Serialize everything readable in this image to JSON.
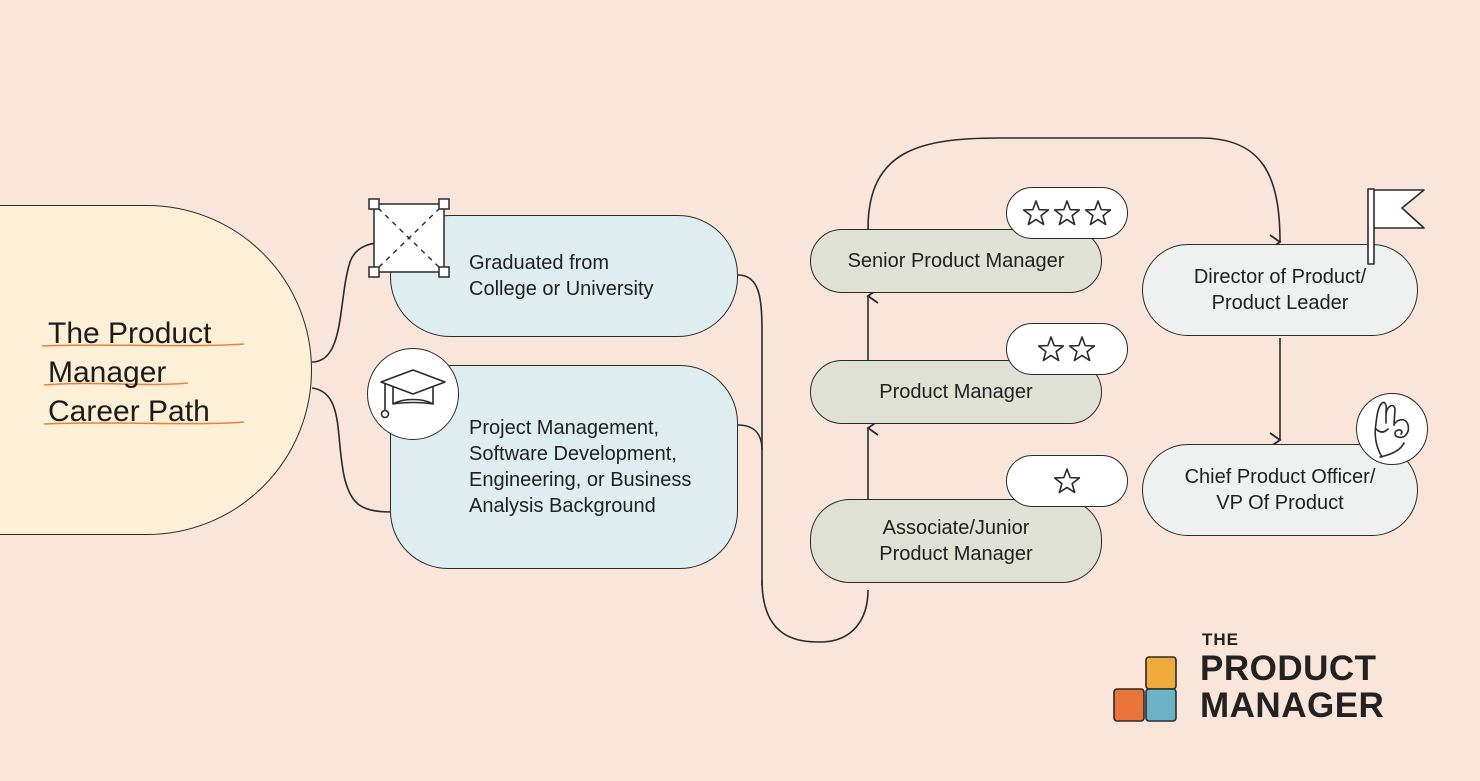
{
  "title": "The Product\nManager\nCareer Path",
  "education": {
    "college": "Graduated from\nCollege or University",
    "background": "Project Management,\nSoftware Development,\nEngineering, or Business\nAnalysis Background"
  },
  "roles": {
    "associate": "Associate/Junior\nProduct Manager",
    "product_manager": "Product Manager",
    "senior": "Senior Product Manager",
    "director": "Director of Product/\nProduct Leader",
    "cpo": "Chief Product Officer/\nVP Of Product"
  },
  "ratings": {
    "associate": 1,
    "product_manager": 2,
    "senior": 3
  },
  "icons": {
    "frame": "placeholder-frame-icon",
    "graduation": "graduation-cap-icon",
    "flag": "flag-icon",
    "hand": "hand-gesture-icon"
  },
  "logo": {
    "the": "THE",
    "line1": "PRODUCT",
    "line2": "MANAGER"
  },
  "colors": {
    "background": "#f9e5da",
    "title_blob": "#fdf0d6",
    "education_box": "#deedf0",
    "pm_box": "#e0e1d5",
    "leader_box": "#eef1f0",
    "underline": "#e8823a",
    "logo_orange": "#e8743b",
    "logo_yellow": "#f0a93b",
    "logo_teal": "#6bb3c4"
  }
}
